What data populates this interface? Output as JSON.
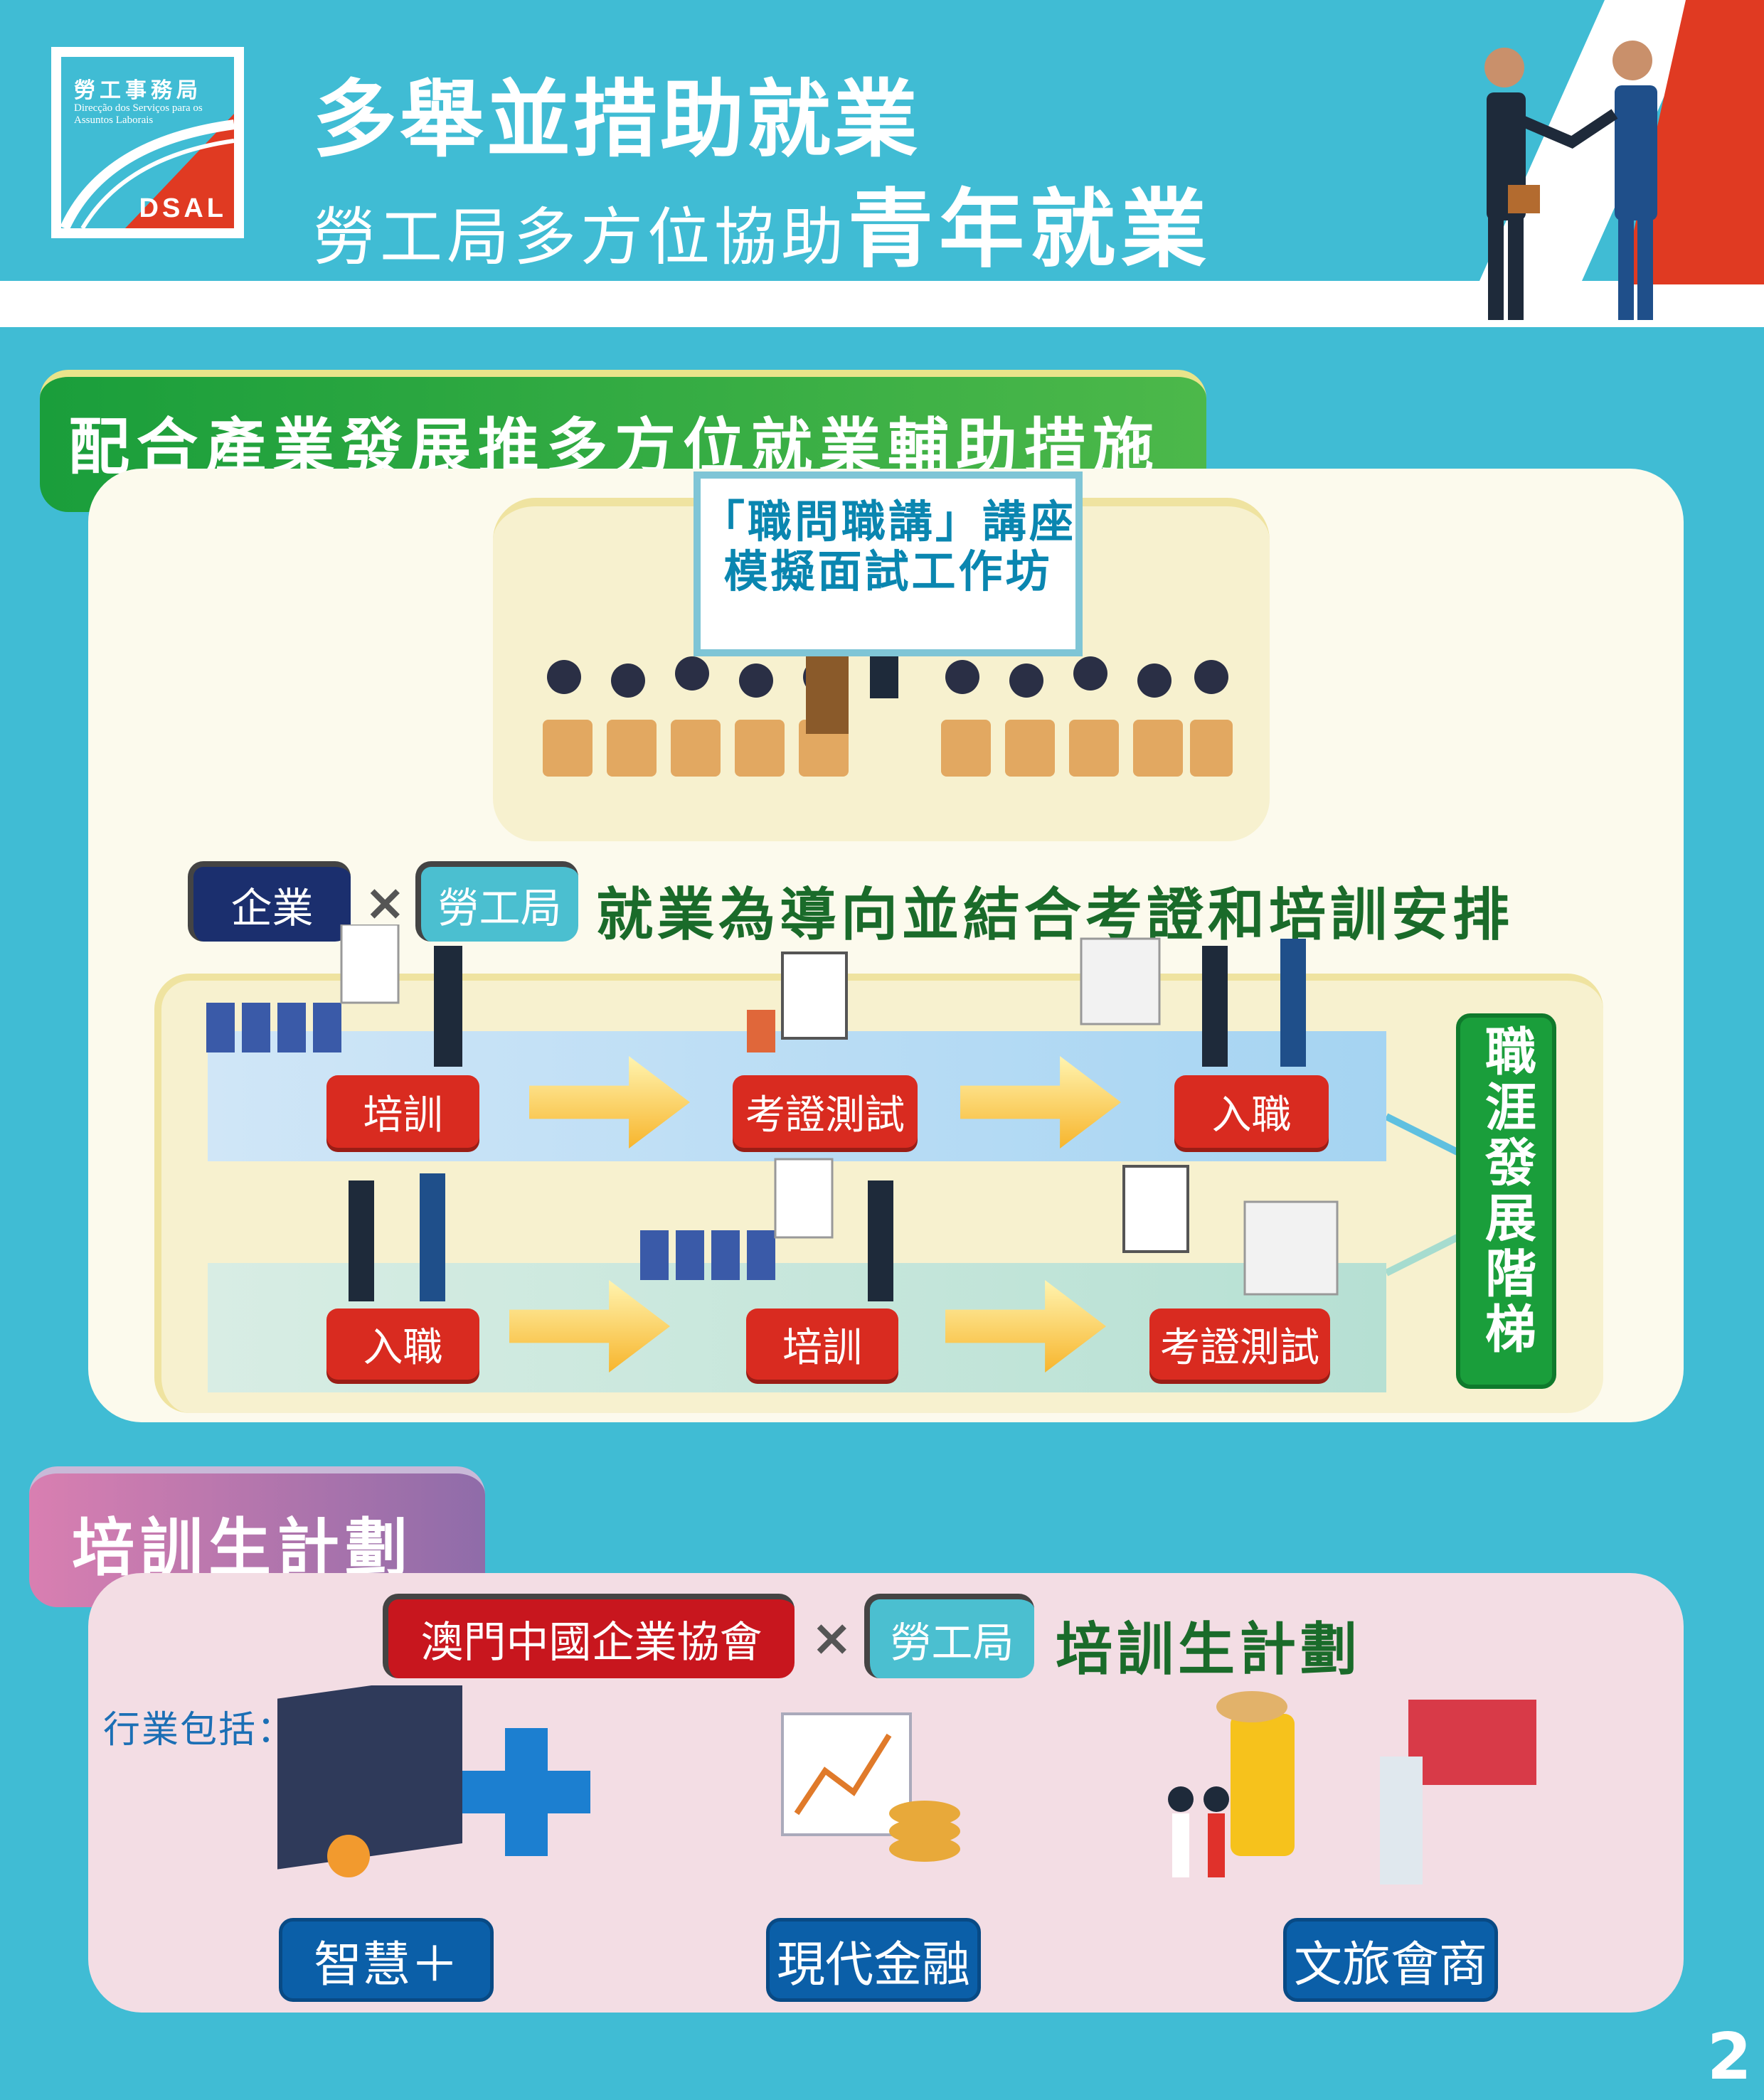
{
  "logo": {
    "name_cn": "勞工事務局",
    "name_pt": "Direcção dos Serviços para os Assuntos Laborais",
    "abbr": "DSAL"
  },
  "header": {
    "title": "多舉並措助就業",
    "subtitle_prefix": "勞工局多方位協助",
    "subtitle_emphasis": "青年就業"
  },
  "section1": {
    "tab": "配合產業發展推多方位就業輔助措施",
    "board_line1": "「職問職講」講座",
    "board_line2": "模擬面試工作坊",
    "partner1": "企業",
    "times": "×",
    "partner2": "勞工局",
    "row_title": "就業為導向並結合考證和培訓安排",
    "row1": [
      "培訓",
      "考證測試",
      "入職"
    ],
    "row2": [
      "入職",
      "培訓",
      "考證測試"
    ],
    "ladder": "職涯發展階梯"
  },
  "section2": {
    "tab": "培訓生計劃",
    "partner1": "澳門中國企業協會",
    "times": "×",
    "partner2": "勞工局",
    "title": "培訓生計劃",
    "includes": "行業包括：",
    "sectors": [
      "智慧＋",
      "現代金融",
      "文旅會商"
    ]
  },
  "page_number": "2",
  "colors": {
    "cyan": "#40bcd4",
    "green": "#1a9e3b",
    "red": "#d92b20",
    "navy": "#1b2f6e",
    "blue": "#0b5fa8",
    "purple": "#8f6ca9"
  }
}
